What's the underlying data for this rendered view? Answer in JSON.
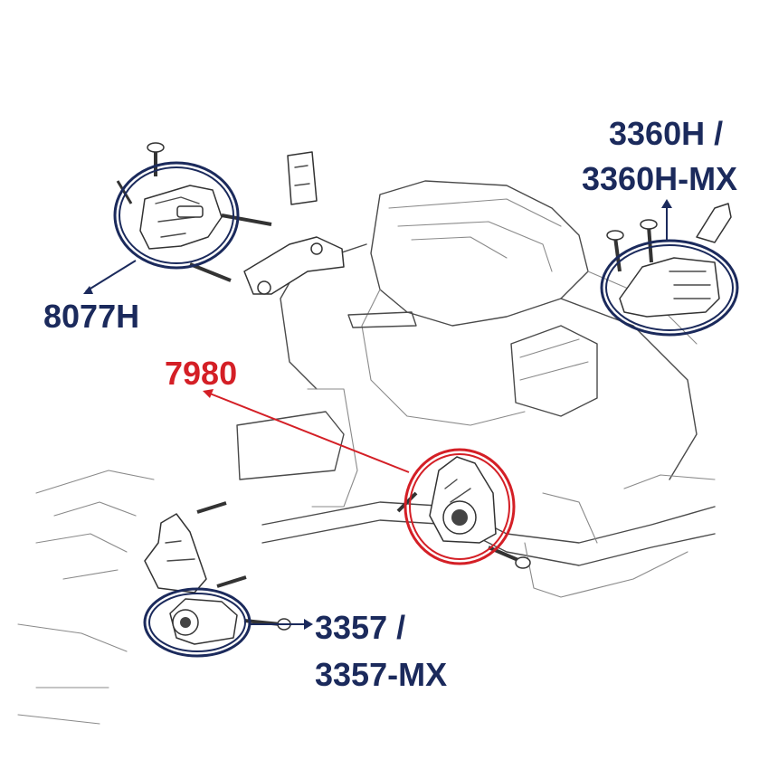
{
  "callouts": {
    "top_left": {
      "line1": "8077H"
    },
    "top_right": {
      "line1": "3360H /",
      "line2": "3360H-MX"
    },
    "center": {
      "line1": "7980"
    },
    "bottom_left": {
      "line1": "3357 /",
      "line2": "3357-MX"
    }
  },
  "colors": {
    "navy": "#1b2a5c",
    "red": "#d41f26",
    "ink": "#4a4a4a"
  }
}
